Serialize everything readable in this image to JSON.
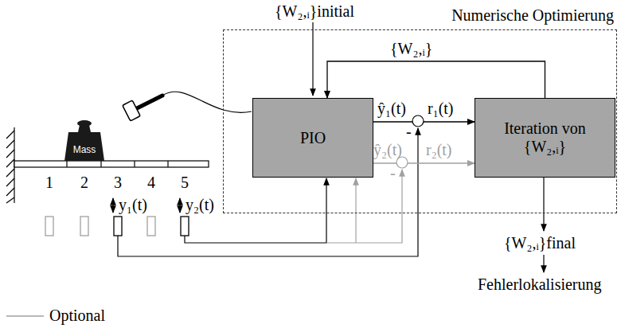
{
  "diagram": {
    "nodes": [
      {
        "text": [
          "Mass"
        ]
      },
      {
        "text": [
          "Numerische Optimierung"
        ]
      },
      {
        "text": [
          "PIO"
        ],
        "in": 1
      },
      {
        "text": [
          "Iteration von {W₂,ᵢ}"
        ],
        "in": 1
      }
    ],
    "edges": [
      {
        "from": 2,
        "to": 3,
        "arrow": "to"
      },
      {
        "from": 2,
        "to": 3,
        "arrow": "to"
      },
      {
        "from": 3,
        "to": 2,
        "arrow": "to",
        "label": "{W₂,ᵢ}"
      }
    ],
    "labels": [
      "{W₂,ᵢ}initial",
      "ŷ₁(t)",
      "r₁(t)",
      "-",
      "ŷ₂(t)",
      "r₂(t)",
      "-",
      "1",
      "2",
      "3",
      "4",
      "5",
      "y₁(t)",
      "y₂(t)",
      "{W₂,ᵢ}final",
      "Fehlerlokalisierung"
    ],
    "legend": [
      {
        "text": "Optional"
      }
    ]
  }
}
